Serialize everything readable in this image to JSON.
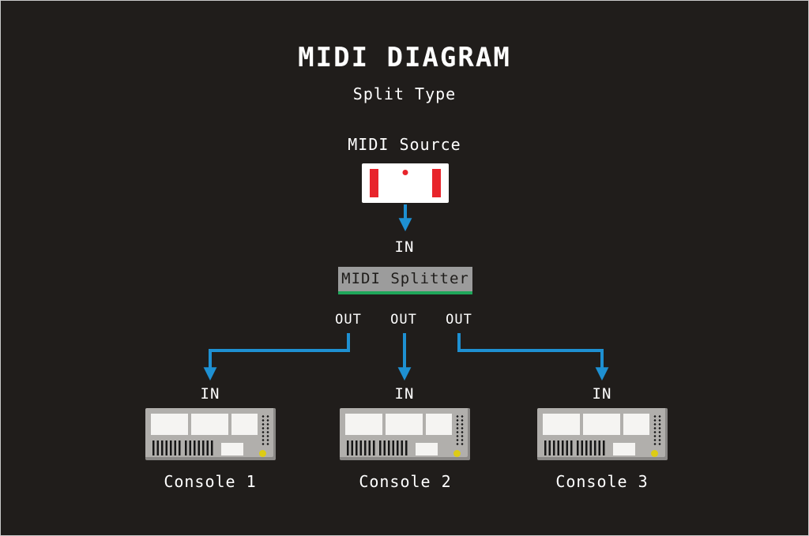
{
  "colors": {
    "background": "#201d1b",
    "text": "#ffffff",
    "arrow": "#1e90d2",
    "red": "#e8242b",
    "splitter_bg": "#9c9c9c",
    "splitter_text": "#1f1d1b",
    "splitter_underline": "#1fa75a",
    "console_body": "#b1afac",
    "console_panel": "#f5f4f2",
    "console_detail": "#161616",
    "led_yellow": "#ddcc15",
    "frame_border": "#c9c9c9"
  },
  "header": {
    "title": "MIDI DIAGRAM",
    "subtitle": "Split Type"
  },
  "source": {
    "label": "MIDI Source"
  },
  "splitter": {
    "in_label": "IN",
    "label": "MIDI Splitter",
    "outs": [
      "OUT",
      "OUT",
      "OUT"
    ]
  },
  "consoles": [
    {
      "in_label": "IN",
      "label": "Console 1"
    },
    {
      "in_label": "IN",
      "label": "Console 2"
    },
    {
      "in_label": "IN",
      "label": "Console 3"
    }
  ],
  "icons": {
    "source_icon": "midi-source-device-icon",
    "console_icon": "mixing-console-icon",
    "arrow_icon": "down-arrow-connector"
  }
}
